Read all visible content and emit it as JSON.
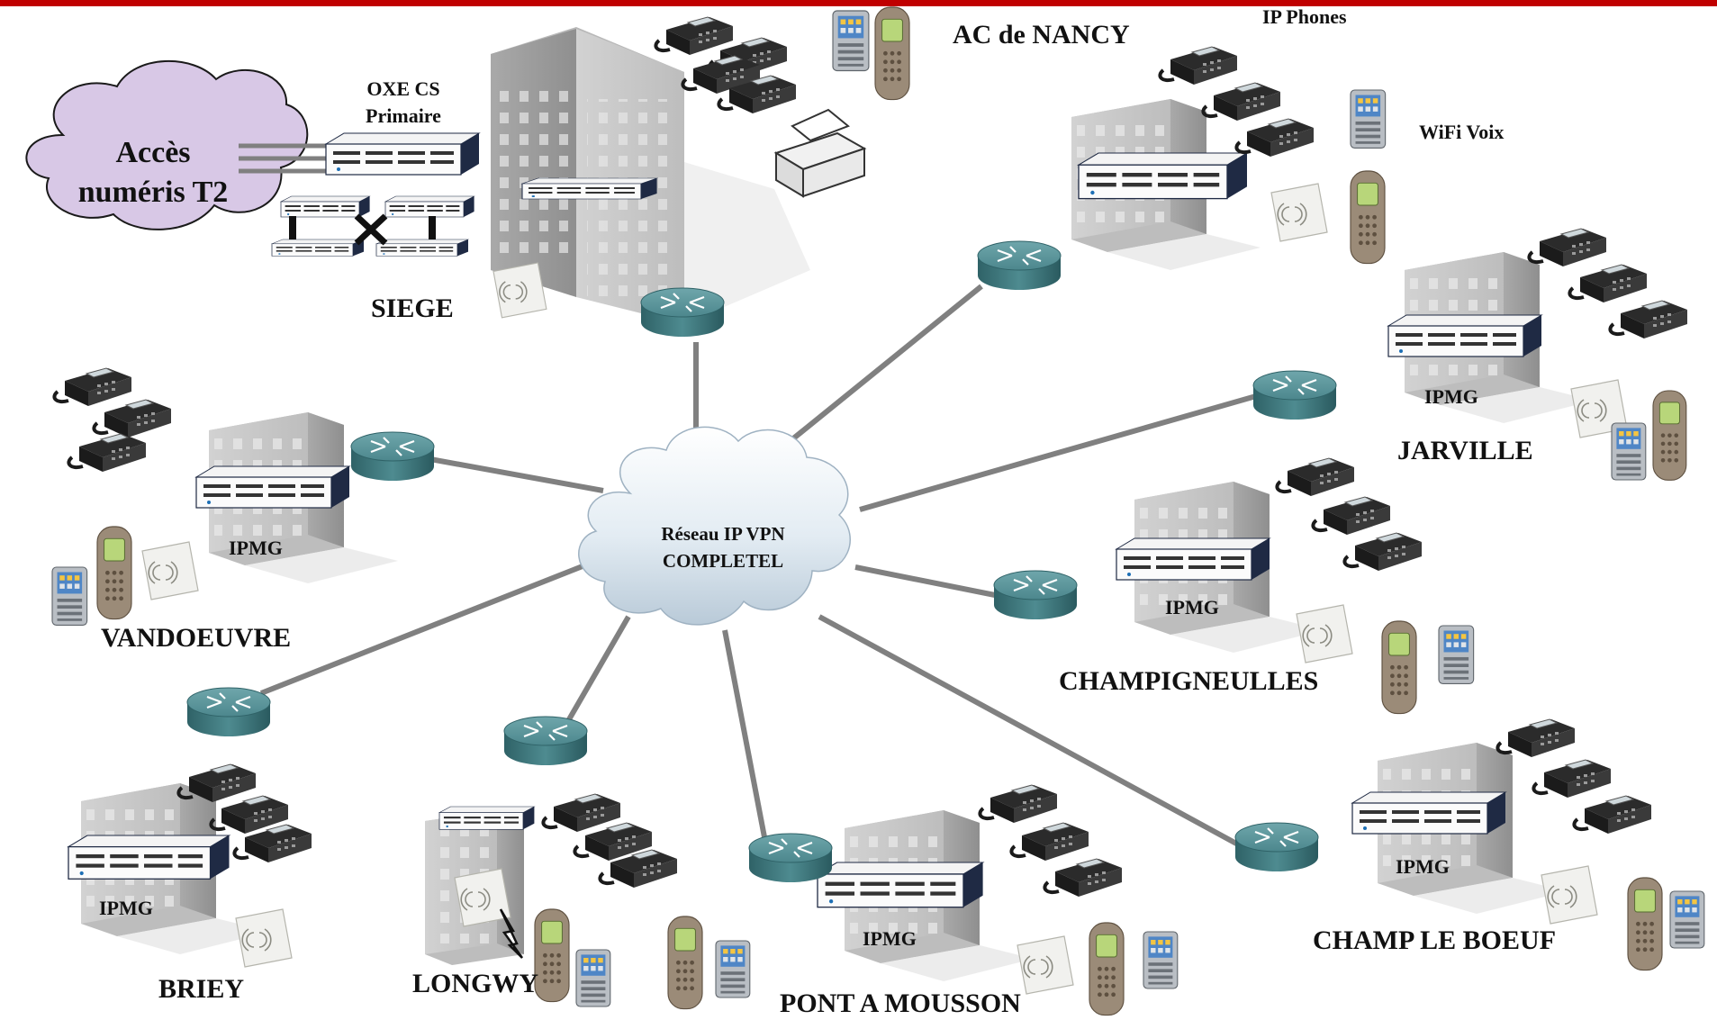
{
  "core": {
    "line1": "Réseau IP VPN",
    "line2": "COMPLETEL"
  },
  "pstn": {
    "line1": "Accès",
    "line2": "numéris T2"
  },
  "headquarters": {
    "name": "SIEGE",
    "pbx_line1": "OXE CS",
    "pbx_line2": "Primaire"
  },
  "labels": {
    "ip_phones": "IP Phones",
    "wifi_voice": "WiFi Voix"
  },
  "sites": [
    {
      "id": "nancy",
      "name": "AC de NANCY"
    },
    {
      "id": "jarville",
      "name": "JARVILLE",
      "gateway": "IPMG"
    },
    {
      "id": "champigneulles",
      "name": "CHAMPIGNEULLES",
      "gateway": "IPMG"
    },
    {
      "id": "champ-le-boeuf",
      "name": "CHAMP LE BOEUF",
      "gateway": "IPMG"
    },
    {
      "id": "pont-a-mousson",
      "name": "PONT A MOUSSON",
      "gateway": "IPMG"
    },
    {
      "id": "longwy",
      "name": "LONGWY"
    },
    {
      "id": "briey",
      "name": "BRIEY",
      "gateway": "IPMG"
    },
    {
      "id": "vandoeuvre",
      "name": "VANDOEUVRE",
      "gateway": "IPMG"
    }
  ],
  "colors": {
    "top_bar": "#c00000",
    "link": "#808080",
    "cloud": "#dfe9f1",
    "pstn_cloud": "#d8c8e6",
    "router": "#3f7f84",
    "building": "#c4c4c4"
  }
}
